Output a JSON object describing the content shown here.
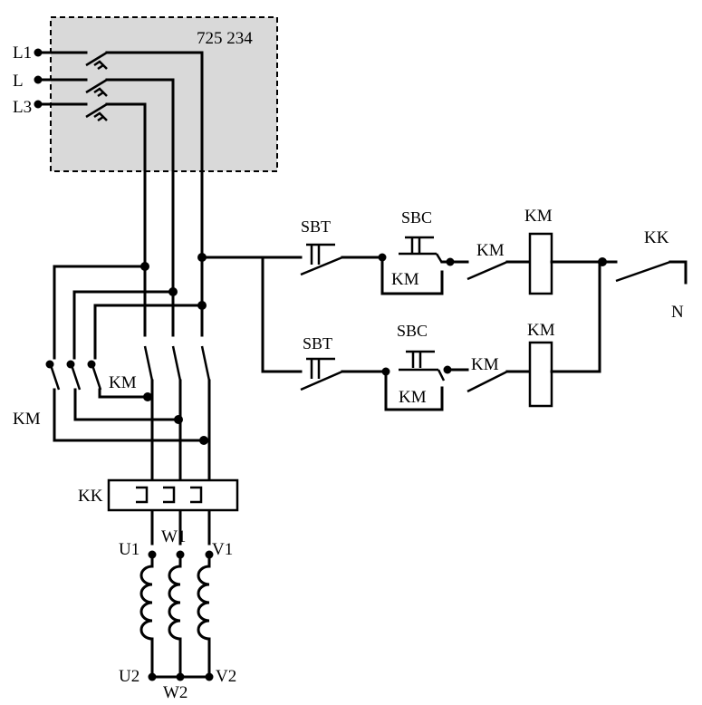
{
  "breaker_box": {
    "label": "725 234",
    "fill": "#d9d9d9"
  },
  "supply": {
    "l1": "L1",
    "l2": "L",
    "l3": "L3",
    "neutral": "N"
  },
  "power": {
    "contactor_label": "KM",
    "reverse_contactor_label": "KM",
    "thermal_relay_label": "KK"
  },
  "motor": {
    "top_left": "U1",
    "top_mid": "W1",
    "top_right": "V1",
    "bottom_left": "U2",
    "bottom_mid": "W2",
    "bottom_right": "V2"
  },
  "control": {
    "row1": {
      "stop": "SBT",
      "start": "SBC",
      "hold": "KM",
      "interlock": "KM",
      "coil": "KM"
    },
    "row2": {
      "stop": "SBT",
      "start": "SBC",
      "hold": "KM",
      "interlock": "KM",
      "coil": "KM"
    },
    "overload_contact": "KK"
  }
}
